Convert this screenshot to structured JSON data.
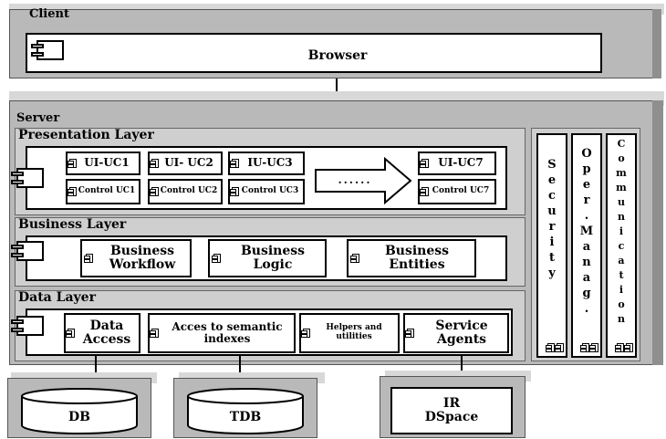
{
  "client": {
    "title": "Client",
    "browser_label": "Browser"
  },
  "server": {
    "title": "Server",
    "presentation": {
      "title": "Presentation Layer",
      "ui": [
        "UI-UC1",
        "UI- UC2",
        "IU-UC3",
        "UI-UC7"
      ],
      "control": [
        "Control UC1",
        "Control UC2",
        "Control UC3",
        "Control UC7"
      ],
      "dots": "......"
    },
    "business": {
      "title": "Business Layer",
      "items": [
        "Business Workflow",
        "Business Logic",
        "Business Entities"
      ]
    },
    "data": {
      "title": "Data Layer",
      "items": [
        "Data Access",
        "Acces to semantic indexes",
        "Helpers and utilities",
        "Service Agents"
      ]
    },
    "cross_cutting": [
      "Security",
      "Oper. Manag.",
      "Communication"
    ]
  },
  "stores": {
    "db": "DB",
    "tdb": "TDB",
    "ir": "IR DSpace"
  }
}
